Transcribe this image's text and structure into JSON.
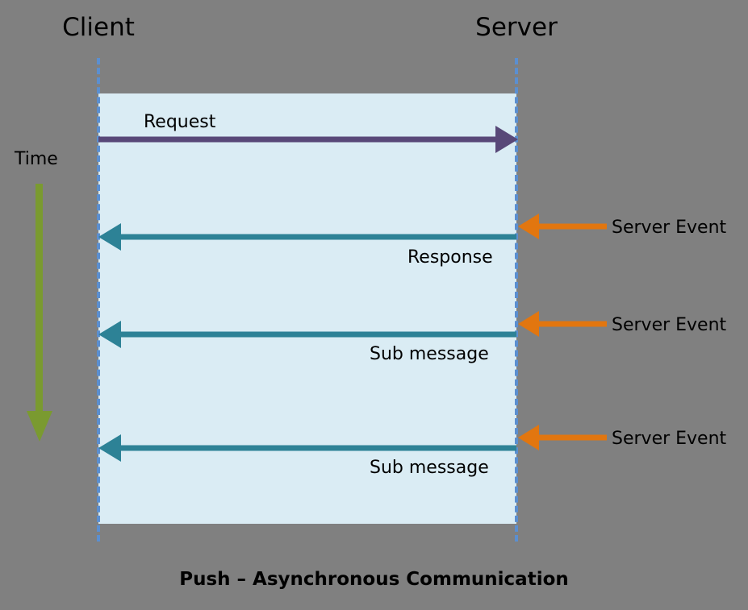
{
  "diagram": {
    "caption": "Push – Asynchronous Communication",
    "actors": {
      "client": "Client",
      "server": "Server"
    },
    "time_axis": {
      "label": "Time",
      "direction": "down"
    },
    "messages": [
      {
        "label": "Request",
        "from": "client",
        "to": "server",
        "color": "#584878"
      },
      {
        "label": "Response",
        "from": "server",
        "to": "client",
        "color": "#2d8296"
      },
      {
        "label": "Sub message",
        "from": "server",
        "to": "client",
        "color": "#2d8296"
      },
      {
        "label": "Sub message",
        "from": "server",
        "to": "client",
        "color": "#2d8296"
      }
    ],
    "external_events": [
      {
        "label": "Server Event",
        "target": "server",
        "color": "#e2760f"
      },
      {
        "label": "Server Event",
        "target": "server",
        "color": "#e2760f"
      },
      {
        "label": "Server Event",
        "target": "server",
        "color": "#e2760f"
      }
    ],
    "colors": {
      "background": "#808080",
      "lane_panel": "#daecf4",
      "lifeline": "#5b8fd0",
      "request": "#584878",
      "response": "#2d8296",
      "event": "#e2760f",
      "time": "#7a9a30",
      "text": "#000000"
    }
  }
}
